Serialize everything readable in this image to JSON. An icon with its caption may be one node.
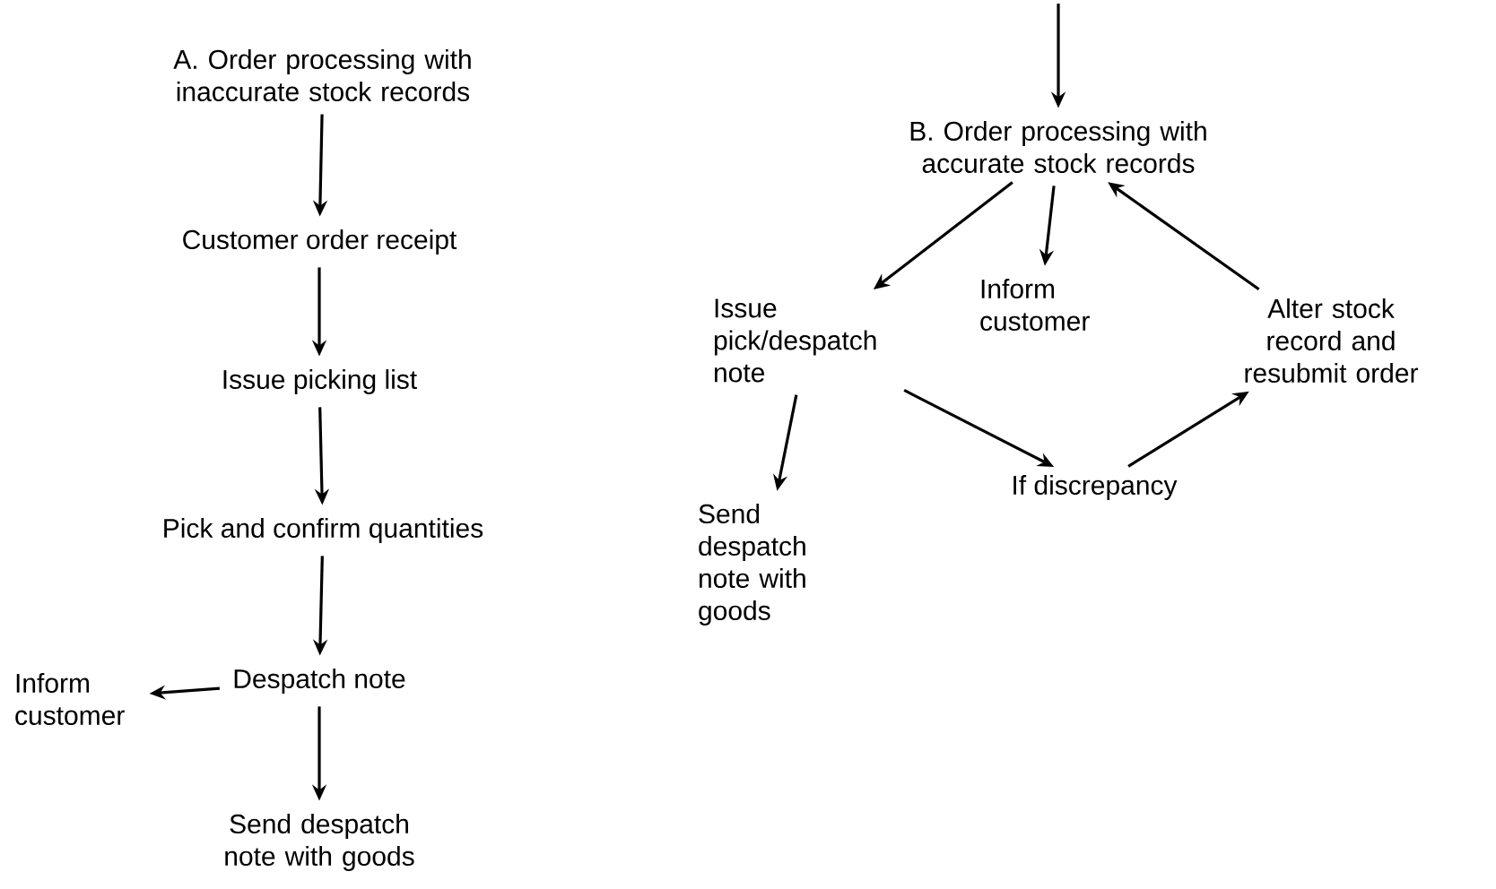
{
  "diagram": {
    "nodes": [
      {
        "text": [
          "A. Order processing with inaccurate stock records"
        ]
      },
      {
        "text": [
          "Customer order receipt"
        ]
      },
      {
        "text": [
          "Issue picking list"
        ]
      },
      {
        "text": [
          "Pick and confirm quantities"
        ]
      },
      {
        "text": [
          "Despatch note"
        ]
      },
      {
        "text": [
          "Inform customer"
        ]
      },
      {
        "text": [
          "Send despatch note with goods"
        ]
      },
      {
        "text": [
          "B. Order processing with accurate stock records"
        ]
      },
      {
        "text": [
          "Issue pick/despatch note"
        ]
      },
      {
        "text": [
          "Inform customer"
        ]
      },
      {
        "text": [
          "Alter stock record and resubmit order"
        ]
      },
      {
        "text": [
          "Send despatch note with goods"
        ]
      },
      {
        "text": [
          "If discrepancy"
        ]
      }
    ],
    "edges": [
      {
        "from": 0,
        "to": 1,
        "arrow": "to"
      },
      {
        "from": 1,
        "to": 2,
        "arrow": "to"
      },
      {
        "from": 2,
        "to": 3,
        "arrow": "to"
      },
      {
        "from": 3,
        "to": 4,
        "arrow": "to"
      },
      {
        "from": 4,
        "to": 5,
        "arrow": "to"
      },
      {
        "from": 4,
        "to": 6,
        "arrow": "to"
      },
      {
        "from": null,
        "to": 7,
        "arrow": "to"
      },
      {
        "from": 7,
        "to": 8,
        "arrow": "to"
      },
      {
        "from": 7,
        "to": 9,
        "arrow": "to"
      },
      {
        "from": 10,
        "to": 7,
        "arrow": "to"
      },
      {
        "from": 8,
        "to": 11,
        "arrow": "to"
      },
      {
        "from": 8,
        "to": 12,
        "arrow": "to"
      },
      {
        "from": 12,
        "to": 10,
        "arrow": "to"
      }
    ]
  }
}
